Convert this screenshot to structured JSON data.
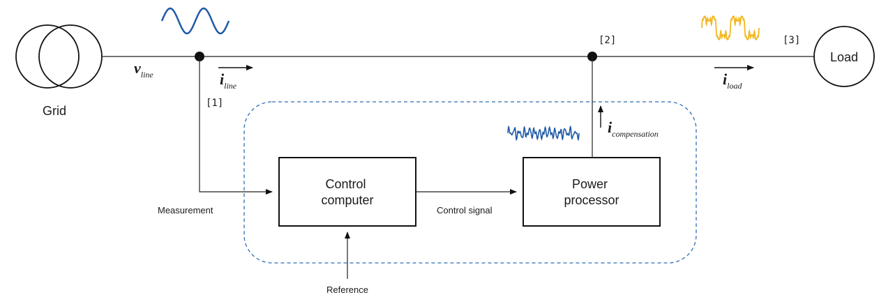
{
  "grid_label": "Grid",
  "load_label": "Load",
  "nodes": {
    "n1": "[1]",
    "n2": "[2]",
    "n3": "[3]"
  },
  "symbols": {
    "v_line": {
      "main": "v",
      "sub": "line"
    },
    "i_line": {
      "main": "i",
      "sub": "line"
    },
    "i_load": {
      "main": "i",
      "sub": "load"
    },
    "i_comp": {
      "main": "i",
      "sub": "compensation"
    }
  },
  "blocks": {
    "control_computer": {
      "line1": "Control",
      "line2": "computer"
    },
    "power_processor": {
      "line1": "Power",
      "line2": "processor"
    }
  },
  "signals": {
    "measurement": "Measurement",
    "control_signal": "Control signal",
    "reference": "Reference"
  },
  "colors": {
    "sine_wave": "#1f5aa6",
    "distorted_wave": "#f2b822",
    "noise_wave": "#1f5aa6",
    "dashed_boundary": "#2e6db4"
  },
  "icons": {
    "grid": "transformer-icon",
    "sine": "sine-wave-icon",
    "distorted": "distorted-wave-icon",
    "noise": "noise-wave-icon"
  }
}
